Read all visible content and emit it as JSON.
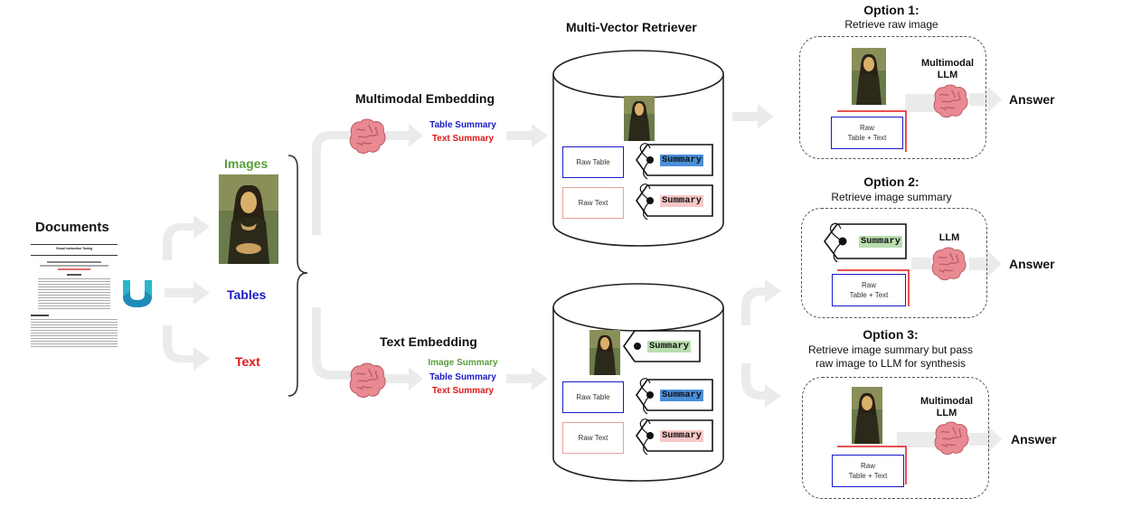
{
  "colors": {
    "green": "#5a9e3a",
    "blue": "#1a1ac8",
    "red": "#e01818",
    "arrow": "#ebebeb",
    "brain": "#e98a92",
    "summary_blue_bg": "#4a8fd9",
    "summary_red_bg": "#f7c8c8",
    "summary_green_bg": "#b9ddae"
  },
  "left": {
    "documents_title": "Documents",
    "paper_title": "Visual Instruction Tuning",
    "logo_icon": "unstructured-logo-icon",
    "images_label": "Images",
    "tables_label": "Tables",
    "text_label": "Text"
  },
  "middle": {
    "multimodal_embedding_title": "Multimodal Embedding",
    "mm_items": [
      "Table Summary",
      "Text Summary"
    ],
    "text_embedding_title": "Text Embedding",
    "te_items": [
      "Image Summary",
      "Table Summary",
      "Text Summary"
    ],
    "brain_icon": "brain-icon"
  },
  "retriever": {
    "title": "Multi-Vector Retriever",
    "top": {
      "raw_table": "Raw Table",
      "raw_text": "Raw Text",
      "summary": "Summary"
    },
    "bottom": {
      "raw_table": "Raw Table",
      "raw_text": "Raw Text",
      "summary": "Summary"
    }
  },
  "options": [
    {
      "title": "Option 1:",
      "subtitle": "Retrieve raw image",
      "llm": "Multimodal LLM",
      "llm_line1": "Multimodal",
      "llm_line2": "LLM",
      "raw": "Raw Table + Text",
      "raw_line1": "Raw",
      "raw_line2": "Table + Text",
      "answer": "Answer"
    },
    {
      "title": "Option 2:",
      "subtitle": "Retrieve image summary",
      "llm": "LLM",
      "llm_line1": "LLM",
      "llm_line2": "",
      "summary": "Summary",
      "raw": "Raw Table + Text",
      "raw_line1": "Raw",
      "raw_line2": "Table + Text",
      "answer": "Answer"
    },
    {
      "title": "Option 3:",
      "subtitle": "Retrieve image summary but pass raw image to LLM for synthesis",
      "subtitle_line1": "Retrieve image summary but pass",
      "subtitle_line2": "raw image to LLM for synthesis",
      "llm": "Multimodal LLM",
      "llm_line1": "Multimodal",
      "llm_line2": "LLM",
      "raw": "Raw Table + Text",
      "raw_line1": "Raw",
      "raw_line2": "Table + Text",
      "answer": "Answer"
    }
  ]
}
